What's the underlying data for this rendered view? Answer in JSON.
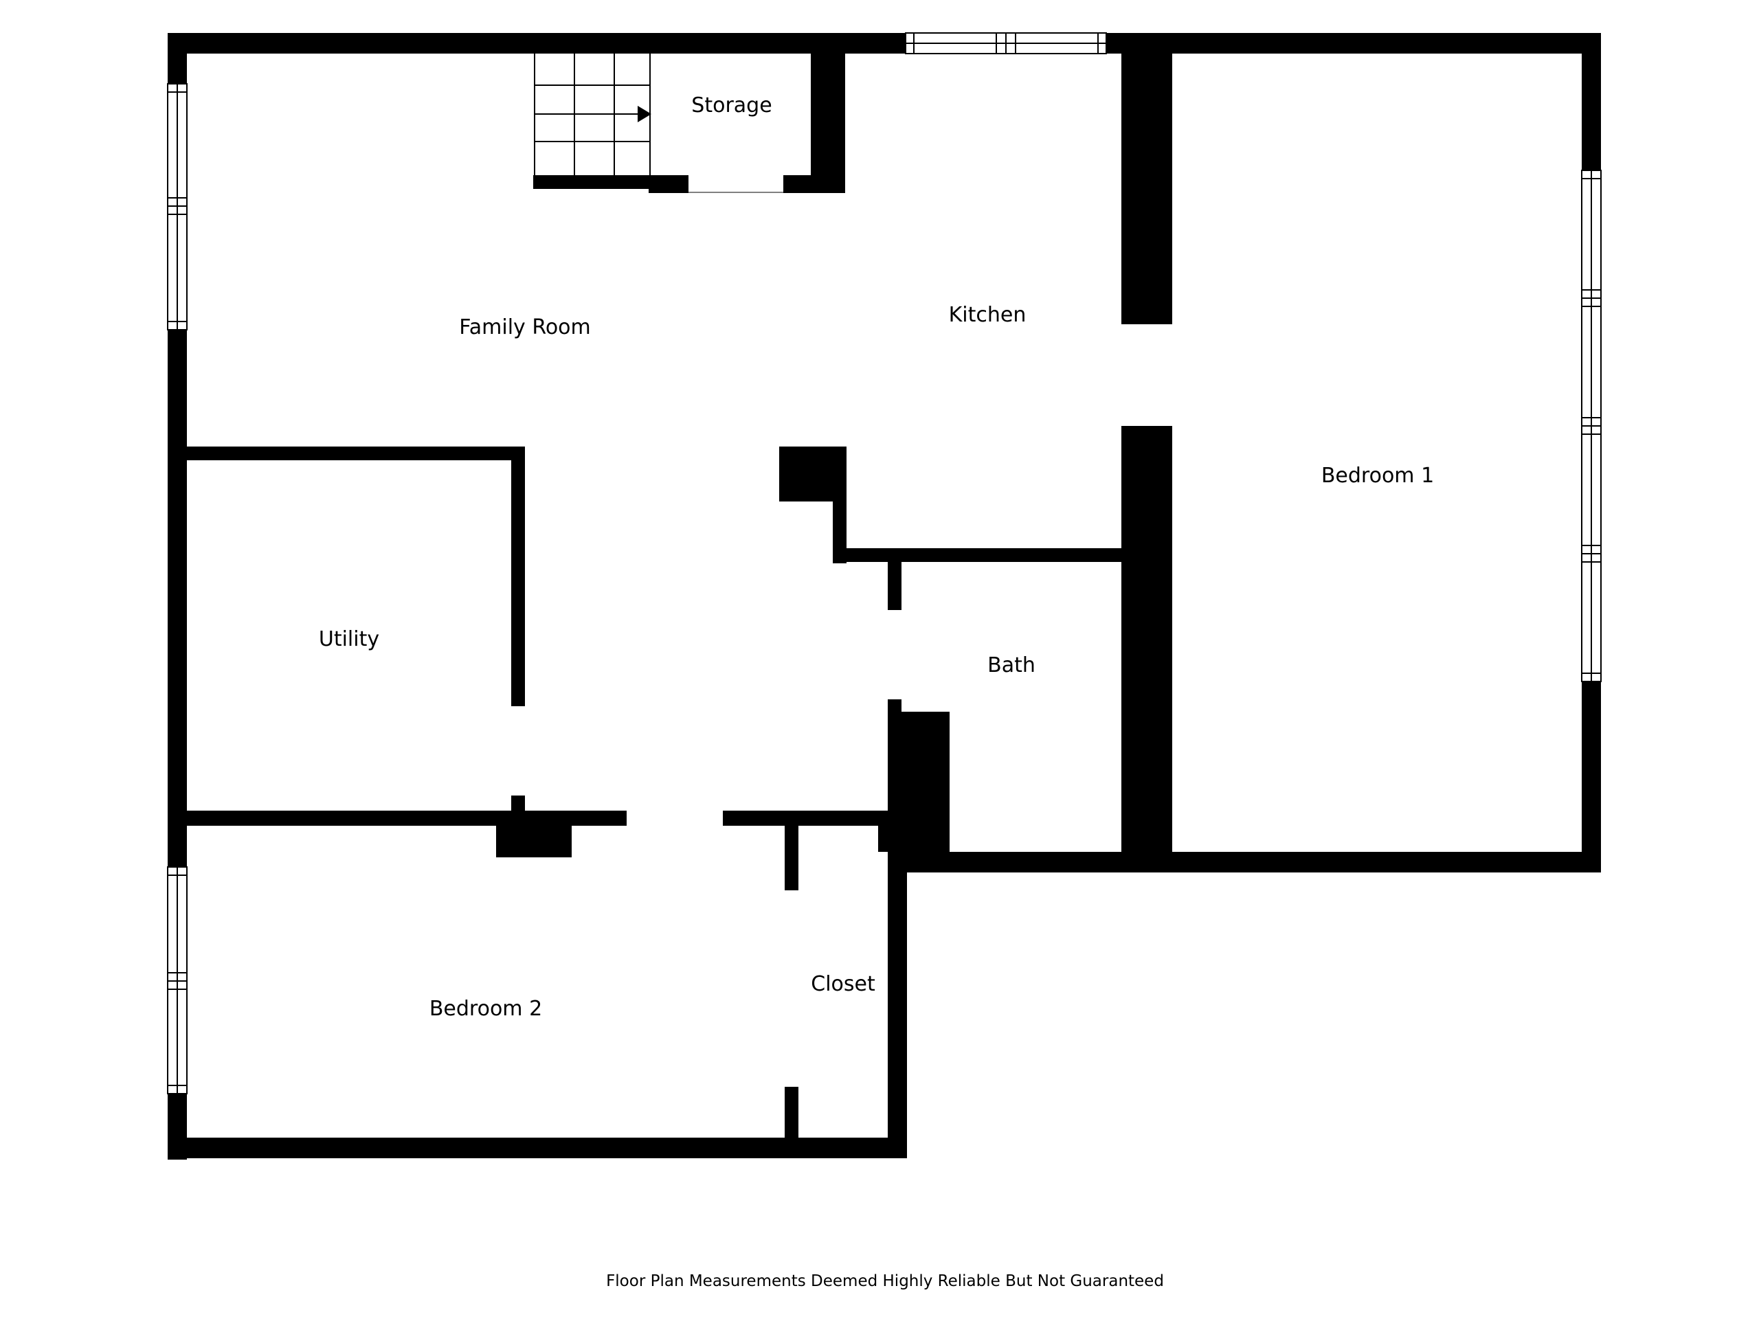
{
  "floor_plan": {
    "rooms": [
      {
        "id": "storage",
        "label": "Storage"
      },
      {
        "id": "family-room",
        "label": "Family Room"
      },
      {
        "id": "kitchen",
        "label": "Kitchen"
      },
      {
        "id": "bedroom-1",
        "label": "Bedroom 1"
      },
      {
        "id": "utility",
        "label": "Utility"
      },
      {
        "id": "bath",
        "label": "Bath"
      },
      {
        "id": "closet",
        "label": "Closet"
      },
      {
        "id": "bedroom-2",
        "label": "Bedroom 2"
      }
    ],
    "disclaimer": "Floor Plan Measurements Deemed Highly Reliable But Not Guaranteed"
  },
  "colors": {
    "wall": "#000000",
    "background": "#ffffff"
  }
}
